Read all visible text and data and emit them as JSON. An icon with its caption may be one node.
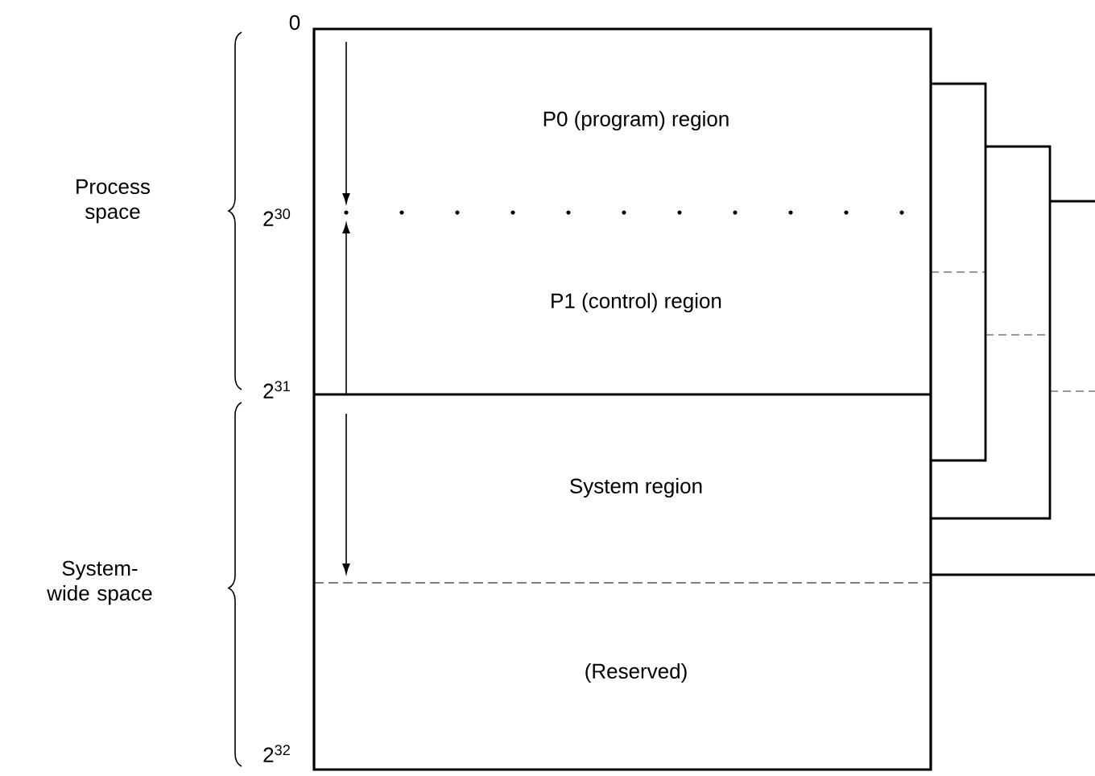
{
  "diagram": {
    "nodes": [
      {
        "text": [
          "P0 (program) region"
        ]
      },
      {
        "text": [
          "P1 (control) region"
        ]
      },
      {
        "text": [
          "System region"
        ]
      },
      {
        "text": [
          "(Reserved)"
        ]
      }
    ],
    "labels": [
      "0",
      "Process space",
      "2$^{30}$",
      "2$^{31}$",
      "System-wide space",
      "2$^{32}$"
    ]
  }
}
